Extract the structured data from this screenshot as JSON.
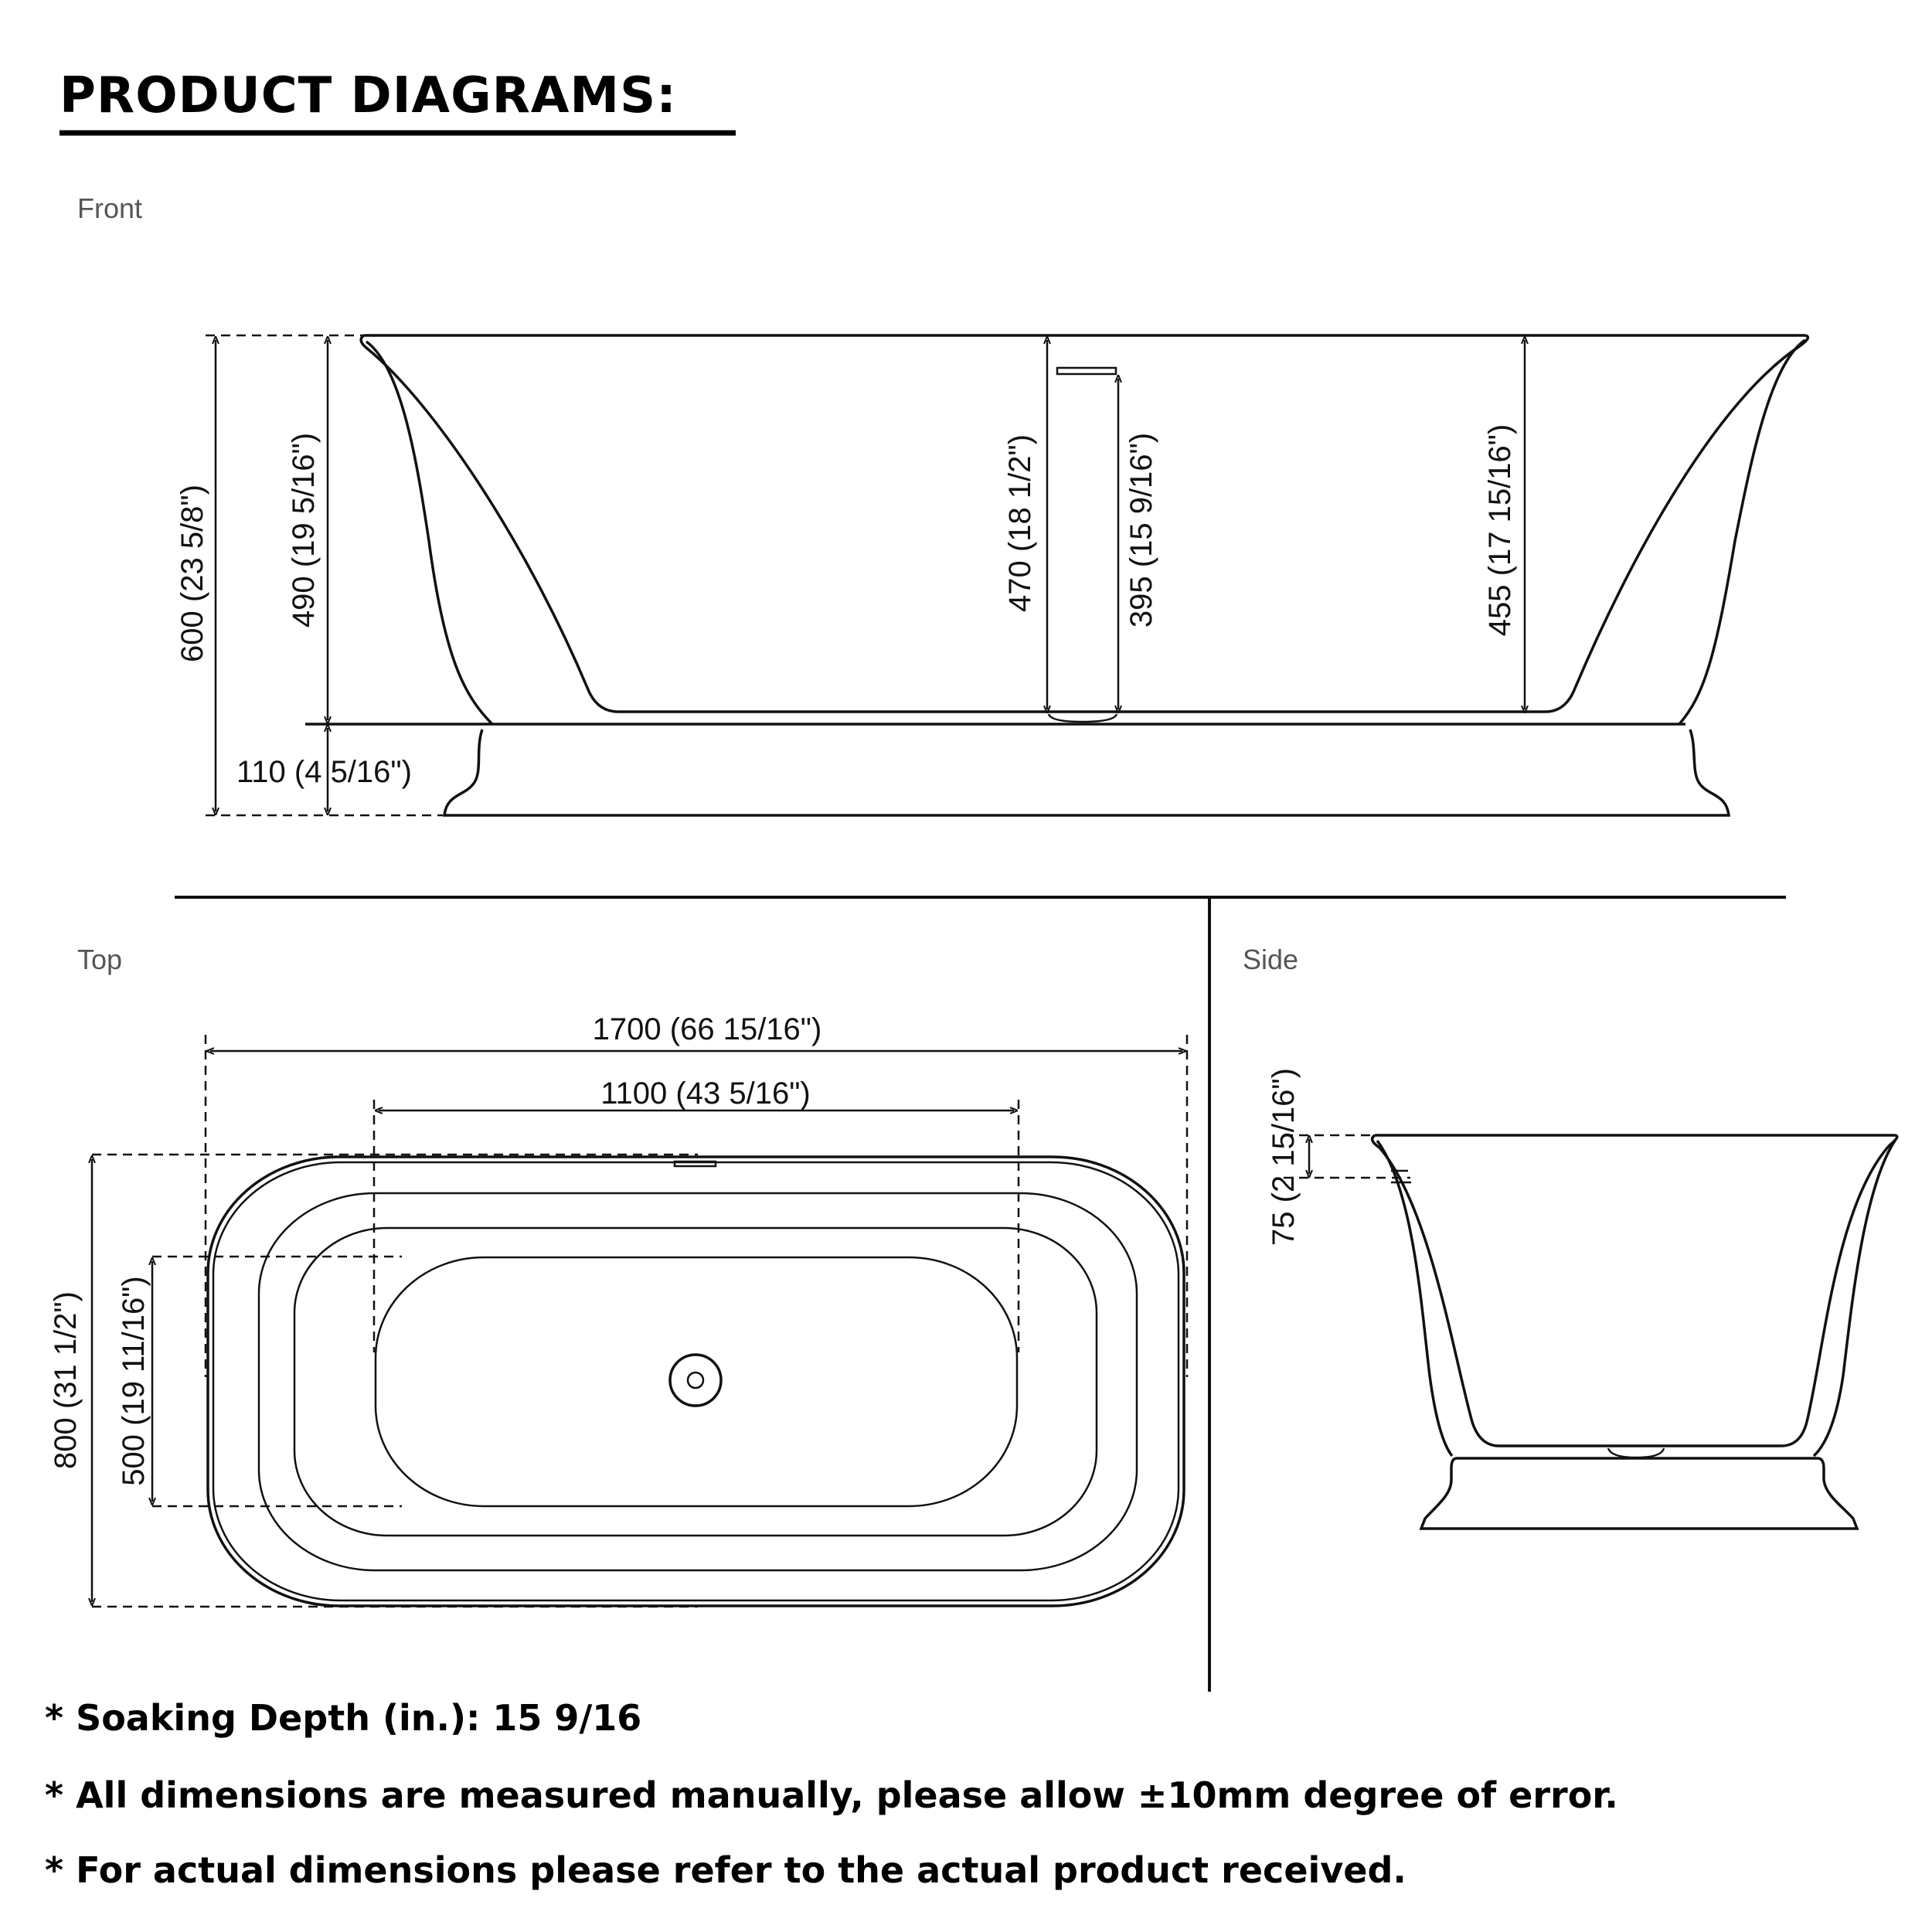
{
  "title": "PRODUCT DIAGRAMS:",
  "views": {
    "front": {
      "label": "Front",
      "dims": {
        "total_height": "600 (23 5/8\")",
        "tub_height": "490 (19 5/16\")",
        "base_height": "110 (4 5/16\")",
        "overflow_height": "470 (18 1/2\")",
        "soaking_depth": "395 (15 9/16\")",
        "interior_depth": "455 (17 15/16\")"
      }
    },
    "top": {
      "label": "Top",
      "dims": {
        "length": "1700 (66 15/16\")",
        "bottom_length": "1100 (43 5/16\")",
        "width": "800 (31 1/2\")",
        "bottom_width": "500 (19 11/16\")"
      }
    },
    "side": {
      "label": "Side",
      "dims": {
        "overflow_offset": "75 (2 15/16\")"
      }
    }
  },
  "notes": [
    "* Soaking Depth (in.): 15 9/16",
    "* All dimensions are measured manually, please allow ±10mm degree of error.",
    "* For actual dimensions please refer to the actual product received."
  ]
}
